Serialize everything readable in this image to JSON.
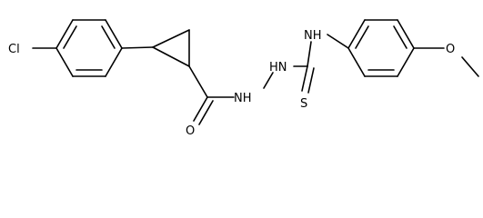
{
  "molecule": {
    "atoms": {
      "cl": "Cl",
      "o_carbonyl": "O",
      "nh_left": "NH",
      "nh_right": "HN",
      "nh_top": "NH",
      "s": "S",
      "o_methoxy": "O"
    },
    "colors": {
      "bond": "#000000",
      "text": "#000000",
      "background": "#ffffff"
    }
  }
}
